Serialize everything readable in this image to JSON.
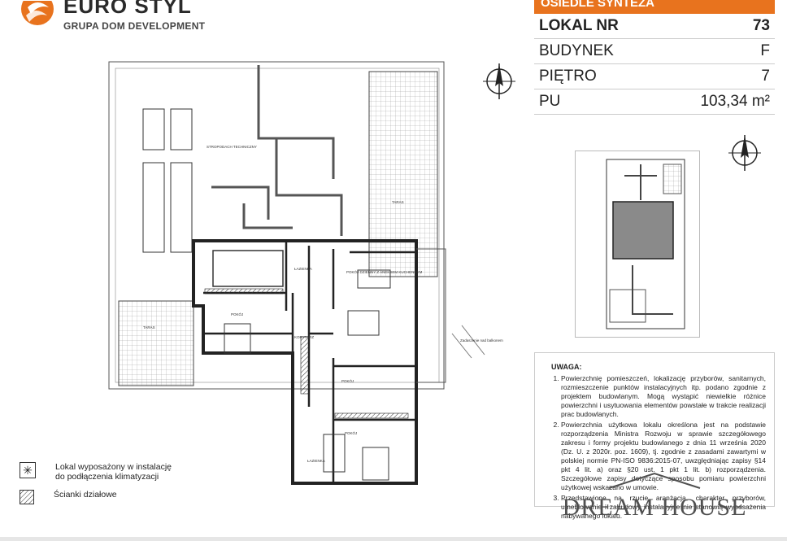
{
  "header": {
    "brand": "EURO STYL",
    "sub": "GRUPA DOM DEVELOPMENT"
  },
  "info": {
    "banner": "OSIEDLE SYNTEZA",
    "rows": [
      {
        "key": "LOKAL NR",
        "value": "73"
      },
      {
        "key": "BUDYNEK",
        "value": "F"
      },
      {
        "key": "PIĘTRO",
        "value": "7"
      },
      {
        "key": "PU",
        "value": "103,34 m²"
      }
    ]
  },
  "plan": {
    "rooms": {
      "technical_roof": "STROPODACH TECHNICZNY",
      "terrace_top": "TARAS",
      "living": "POKÓJ DZIENNY Z ANEKSEM KUCHENNYM",
      "bath1": "ŁAZIENKA",
      "room1": "POKÓJ",
      "corridor": "KORYTARZ",
      "room2": "POKÓJ",
      "room3": "POKÓJ",
      "bath2": "ŁAZIENKA",
      "terrace_bottom": "TARAS"
    },
    "notes": {
      "balcony": "Zadaszenie nad balkonem"
    }
  },
  "note": {
    "title": "UWAGA:",
    "items": [
      "Powierzchnię pomieszczeń, lokalizację przyborów, sanitarnych, rozmieszczenie punktów instalacyjnych itp. podano zgodnie z projektem budowlanym. Mogą wystąpić niewielkie różnice powierzchni i usytuowania elementów powstałe w trakcie realizacji prac budowlanych.",
      "Powierzchnia użytkowa lokalu określona jest na podstawie rozporządzenia Ministra Rozwoju w sprawie szczegółowego zakresu i formy projektu budowlanego z dnia 11 września 2020 (Dz. U. z 2020r. poz. 1609), tj. zgodnie z zasadami zawartymi w polskiej normie PN-ISO 9836:2015-07, uwzględniając zapisy §14 pkt 4 lit. a) oraz §20 ust. 1 pkt 1 lit. b) rozporządzenia. Szczegółowe zapisy dotyczące sposobu pomiaru powierzchni użytkowej wskazano w umowie.",
      "Przedstawione na rzucie aranżacja, charakter przyborów, umeblowanie i zabudowy instalacyjne nie stanowią wyposażenia nabywanego lokalu."
    ]
  },
  "legend": {
    "items": [
      {
        "symbol": "asterisk",
        "label": "Lokal wyposażony w instalację do podłączenia klimatyzacji"
      },
      {
        "symbol": "hatched-box",
        "label": "Ścianki działowe"
      }
    ]
  },
  "watermark": "DREAM HOUSE",
  "colors": {
    "accent": "#e8731e",
    "line": "#333333",
    "grid": "#999999"
  }
}
